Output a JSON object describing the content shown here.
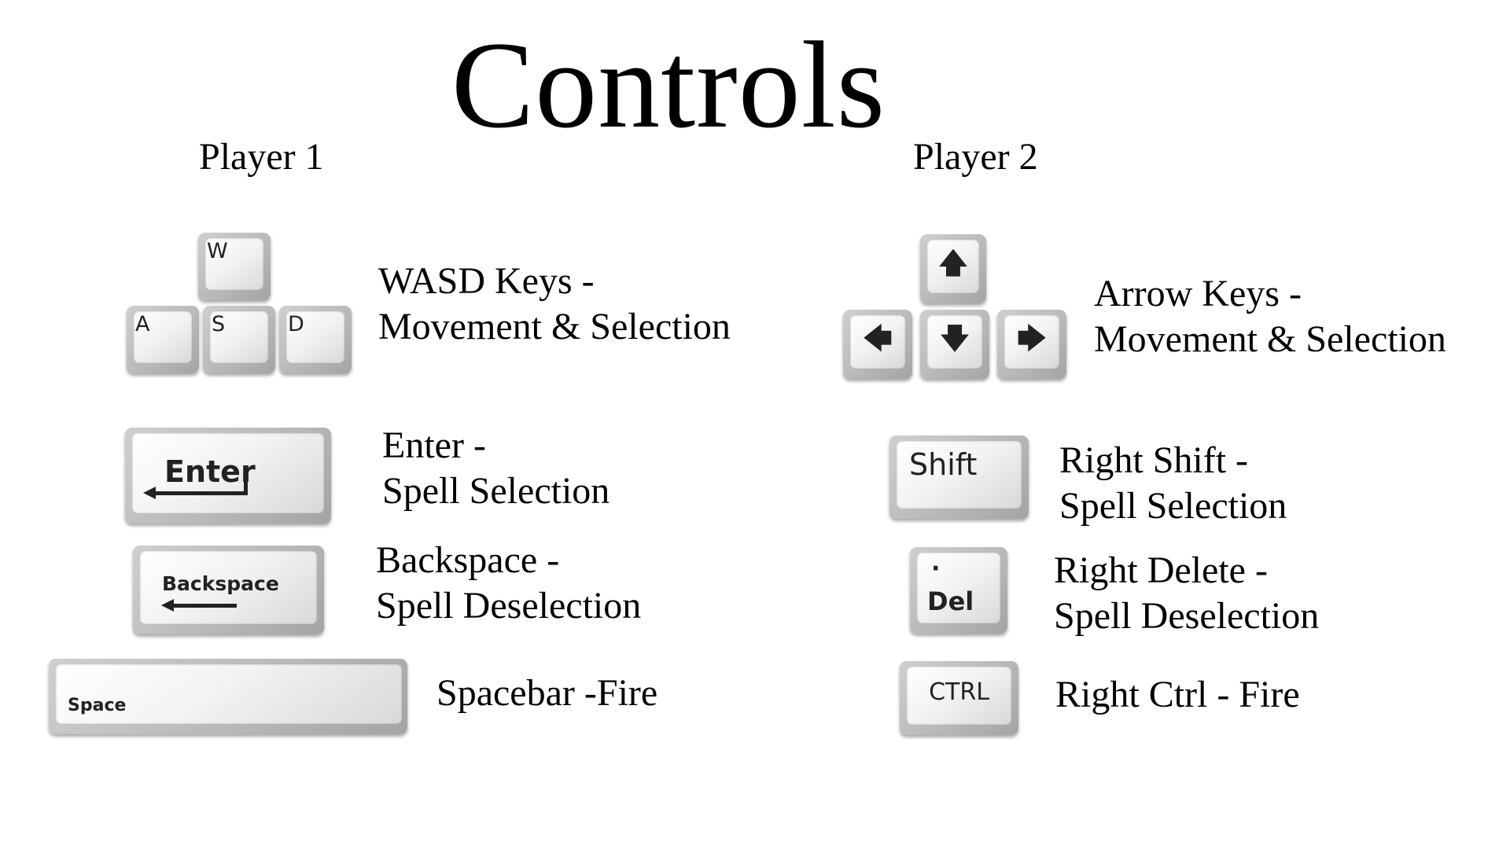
{
  "title": "Controls",
  "player1": {
    "heading": "Player 1",
    "keys": {
      "w": "W",
      "a": "A",
      "s": "S",
      "d": "D",
      "enter": "Enter",
      "backspace": "Backspace",
      "space": "Space"
    },
    "movement": {
      "line1": "WASD Keys -",
      "line2": "Movement & Selection"
    },
    "select": {
      "line1": "Enter -",
      "line2": "Spell Selection"
    },
    "deselect": {
      "line1": "Backspace -",
      "line2": "Spell Deselection"
    },
    "fire": "Spacebar -Fire"
  },
  "player2": {
    "heading": "Player 2",
    "keys": {
      "up": "🡅",
      "left": "🡄",
      "down": "🡇",
      "right": "🡆",
      "shift": "Shift",
      "del_dot": "·",
      "del": "Del",
      "ctrl": "CTRL"
    },
    "movement": {
      "line1": "Arrow Keys -",
      "line2": "Movement & Selection"
    },
    "select": {
      "line1": "Right Shift -",
      "line2": "Spell Selection"
    },
    "deselect": {
      "line1": "Right Delete -",
      "line2": "Spell Deselection"
    },
    "fire": "Right Ctrl - Fire"
  },
  "icons": {
    "up": "arrow-up-icon",
    "down": "arrow-down-icon",
    "left": "arrow-left-icon",
    "right": "arrow-right-icon",
    "return": "return-arrow-icon",
    "backspace": "backspace-arrow-icon"
  }
}
